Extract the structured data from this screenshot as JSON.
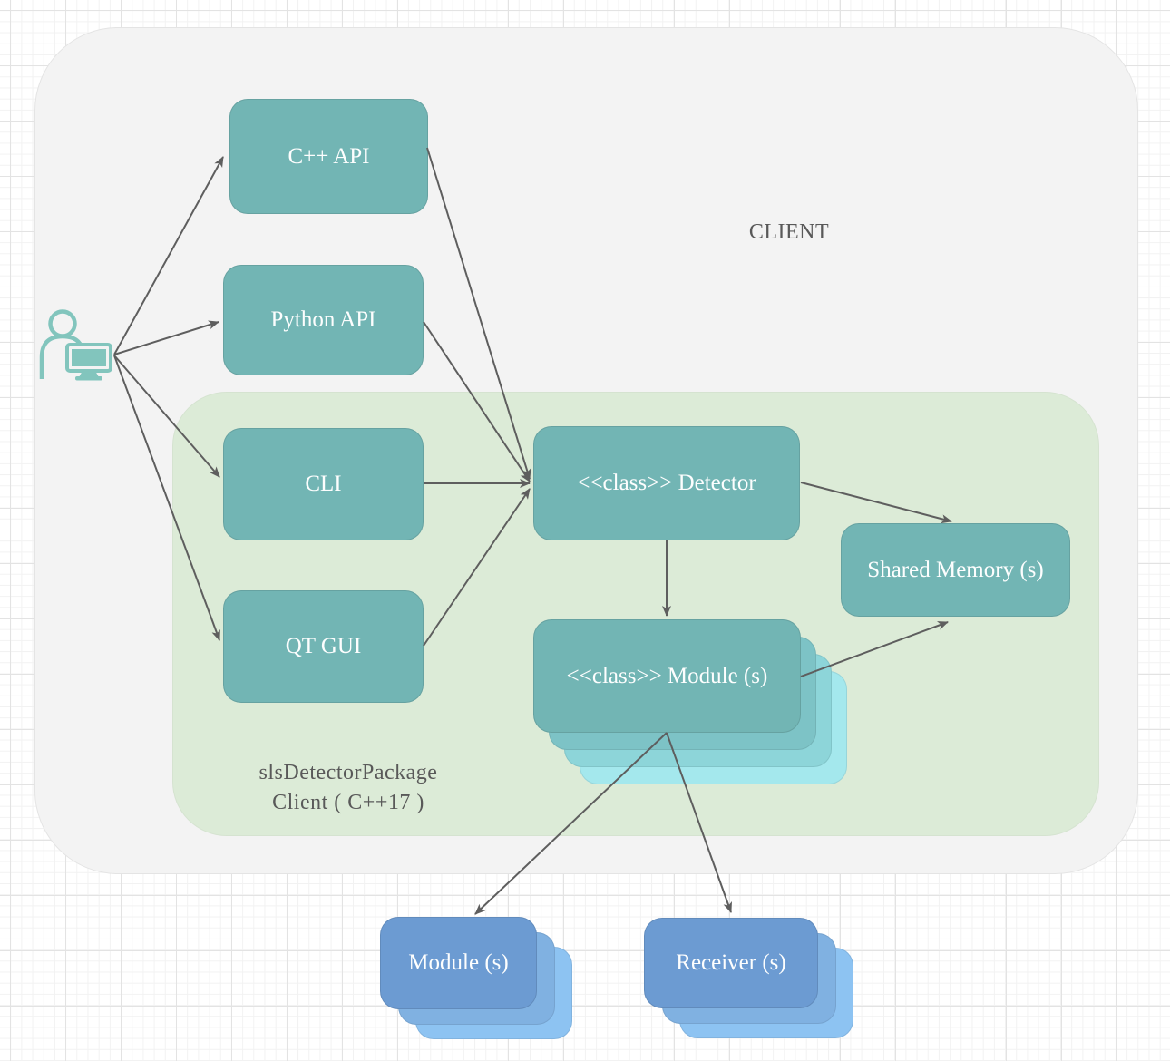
{
  "containers": {
    "client": {
      "label": "CLIENT"
    },
    "package": {
      "label_line1": "slsDetectorPackage",
      "label_line2": "Client ( C++17 )"
    }
  },
  "nodes": {
    "cpp_api": {
      "label": "C++ API"
    },
    "python_api": {
      "label": "Python API"
    },
    "cli": {
      "label": "CLI"
    },
    "qt_gui": {
      "label": "QT GUI"
    },
    "detector": {
      "label": "<<class>> Detector"
    },
    "module_class": {
      "label": "<<class>> Module (s)"
    },
    "shared_memory": {
      "label": "Shared Memory (s)"
    },
    "module_instances": {
      "label": "Module (s)"
    },
    "receiver": {
      "label": "Receiver (s)"
    }
  },
  "icons": {
    "user": "user-at-computer-icon"
  },
  "colors": {
    "node_teal": "#72b5b4",
    "teal_stack": [
      "#7dc3c6",
      "#8dd5d9",
      "#a4e8ed"
    ],
    "node_blue": "#6c9bd2",
    "blue_stack": [
      "#80b1e1",
      "#8dc3f2"
    ],
    "package_green": "#dcebd7",
    "client_gray": "#f3f3f3",
    "arrow_gray": "#5e5e5e",
    "zone_label_gray": "#595959",
    "icon_teal": "#82c5bd"
  },
  "edges": [
    {
      "from": "user",
      "to": "cpp_api"
    },
    {
      "from": "user",
      "to": "python_api"
    },
    {
      "from": "user",
      "to": "cli"
    },
    {
      "from": "user",
      "to": "qt_gui"
    },
    {
      "from": "cpp_api",
      "to": "detector"
    },
    {
      "from": "python_api",
      "to": "detector"
    },
    {
      "from": "cli",
      "to": "detector"
    },
    {
      "from": "qt_gui",
      "to": "detector"
    },
    {
      "from": "detector",
      "to": "shared_memory"
    },
    {
      "from": "detector",
      "to": "module_class"
    },
    {
      "from": "module_class",
      "to": "shared_memory"
    },
    {
      "from": "module_class",
      "to": "module_instances"
    },
    {
      "from": "module_class",
      "to": "receiver"
    }
  ]
}
